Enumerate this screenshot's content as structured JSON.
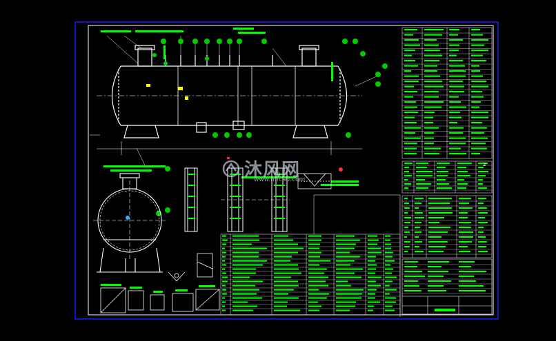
{
  "watermark": {
    "text": "沐风网",
    "url": "www.mfcad.com"
  },
  "drawing": {
    "detail_label": "2",
    "colors": {
      "background": "#000000",
      "frame": "#1a1aff",
      "lines": "#ffffff",
      "text": "#00ff00",
      "highlight": "#ffff00",
      "accent": "#ff3030"
    }
  }
}
